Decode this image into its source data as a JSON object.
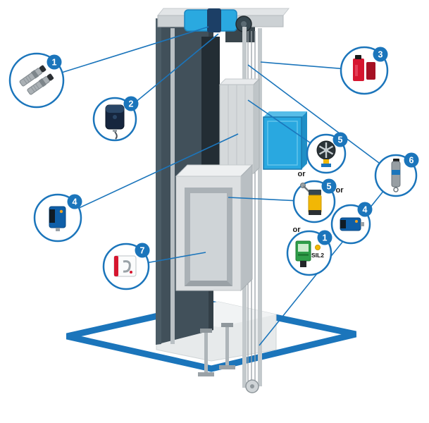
{
  "diagram": {
    "or_labels": [
      "or",
      "or",
      "or"
    ],
    "callouts": [
      {
        "number": "1",
        "icon": "inductive-sensors-icon"
      },
      {
        "number": "2",
        "icon": "photoelectric-sensor-dark-icon"
      },
      {
        "number": "3",
        "icon": "safety-sensor-red-icon"
      },
      {
        "number": "4",
        "icon": "photoelectric-sensor-blue-icon"
      },
      {
        "number": "5",
        "icon": "overspeed-governor-icon"
      },
      {
        "number": "5",
        "icon": "limit-switch-yellow-icon"
      },
      {
        "number": "4",
        "icon": "photoelectric-sensor-blue-icon"
      },
      {
        "number": "1",
        "icon": "safety-sensor-green-icon",
        "text": "SIL2"
      },
      {
        "number": "6",
        "icon": "rope-pull-switch-icon"
      },
      {
        "number": "7",
        "icon": "door-contact-module-icon"
      }
    ],
    "colors": {
      "accent_blue": "#1b75bb",
      "machine_cyan": "#29a8e0",
      "wall_dark": "#41505a",
      "device_red": "#d6162f",
      "device_yellow": "#f2b705",
      "device_green": "#2f9e49",
      "device_navy": "#16263e"
    }
  }
}
